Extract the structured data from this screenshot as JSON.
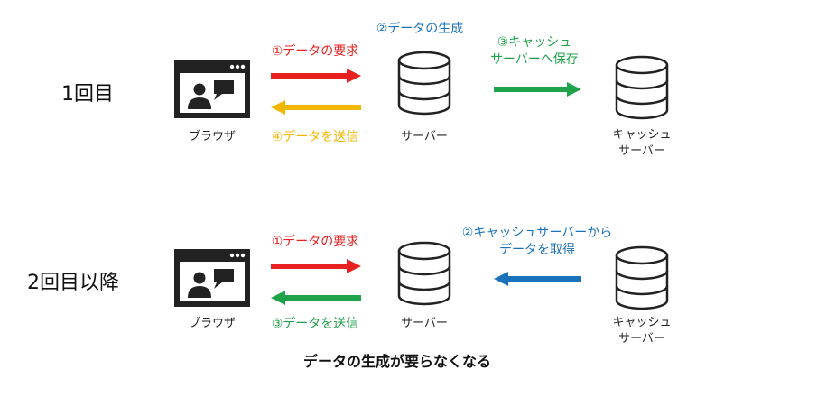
{
  "colors": {
    "red": "#e8201f",
    "yellow": "#f2b705",
    "green": "#1fa34a",
    "blue": "#1a72bb",
    "icon": "#222222"
  },
  "row1": {
    "label": "1回目",
    "browser_caption": "ブラウザ",
    "server_caption": "サーバー",
    "cache_caption_line1": "キャッシュ",
    "cache_caption_line2": "サーバー",
    "step1": "①データの要求",
    "step2": "②データの生成",
    "step3_line1": "③キャッシュ",
    "step3_line2": "サーバーへ保存",
    "step4": "④データを送信"
  },
  "row2": {
    "label": "2回目以降",
    "browser_caption": "ブラウザ",
    "server_caption": "サーバー",
    "cache_caption_line1": "キャッシュ",
    "cache_caption_line2": "サーバー",
    "step1": "①データの要求",
    "step2_line1": "②キャッシュサーバーから",
    "step2_line2": "データを取得",
    "step3": "③データを送信"
  },
  "footer": {
    "note": "データの生成が要らなくなる"
  }
}
